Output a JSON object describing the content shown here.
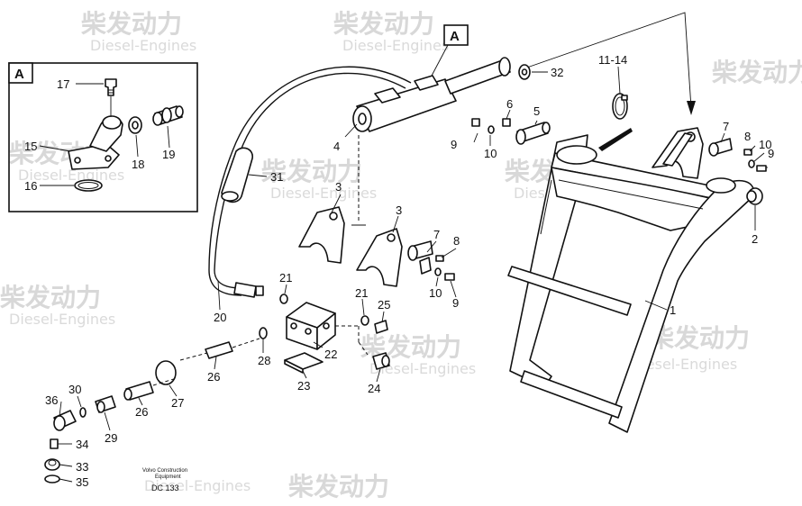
{
  "title_box": "A",
  "detail_box": "A",
  "watermark": {
    "cn": "柴发动力",
    "en": "Diesel-Engines"
  },
  "caption": {
    "line1": "Volvo Construction",
    "line2": "Equipment",
    "code": "DC 133"
  },
  "labels": {
    "l1": "1",
    "l2": "2",
    "l3a": "3",
    "l3b": "3",
    "l4": "4",
    "l5": "5",
    "l6": "6",
    "l7a": "7",
    "l7b": "7",
    "l8a": "8",
    "l8b": "8",
    "l9a": "9",
    "l9b": "9",
    "l9c": "9",
    "l10a": "10",
    "l10b": "10",
    "l10c": "10",
    "l1114": "11-14",
    "l15": "15",
    "l16": "16",
    "l17": "17",
    "l18": "18",
    "l19": "19",
    "l20": "20",
    "l21a": "21",
    "l21b": "21",
    "l22": "22",
    "l23": "23",
    "l24": "24",
    "l25": "25",
    "l26a": "26",
    "l26b": "26",
    "l27": "27",
    "l28": "28",
    "l29": "29",
    "l30": "30",
    "l31": "31",
    "l32": "32",
    "l33": "33",
    "l34": "34",
    "l35": "35",
    "l36": "36"
  }
}
